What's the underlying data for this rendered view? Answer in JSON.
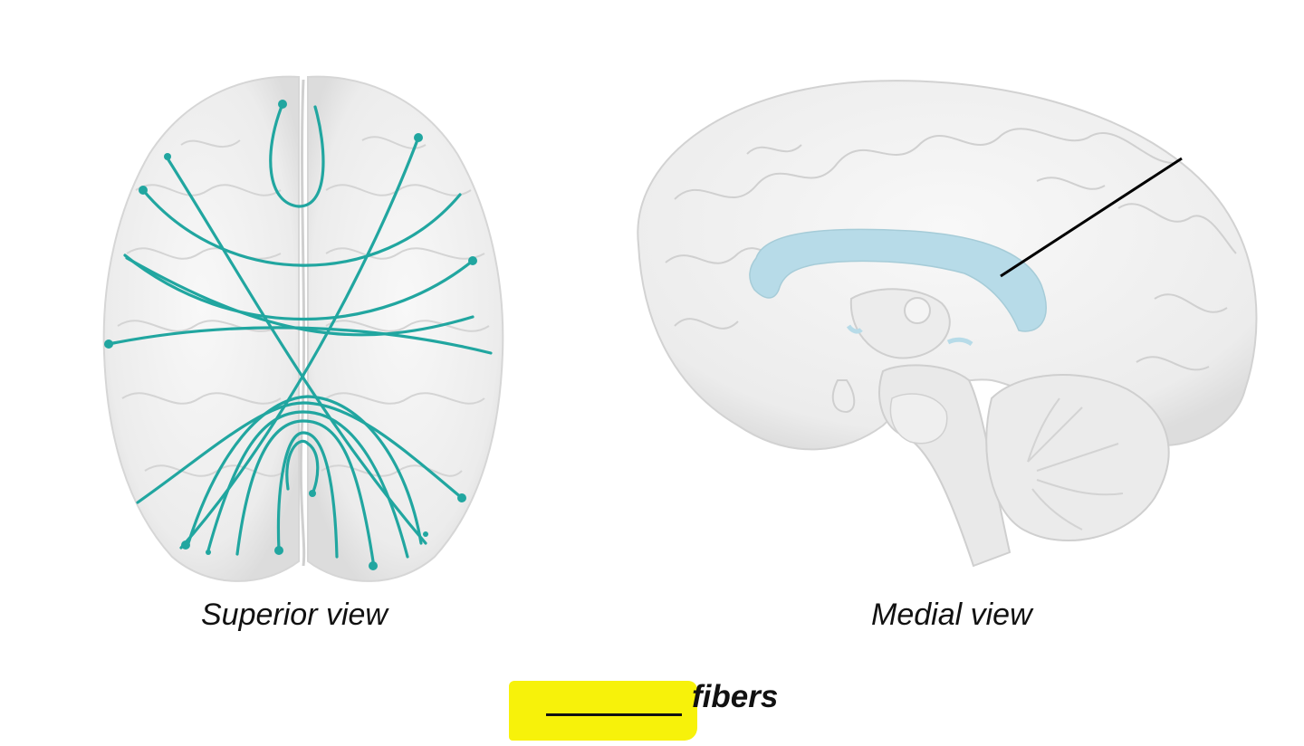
{
  "figure": {
    "left_caption": "Superior view",
    "right_caption": "Medial view",
    "question_suffix": "fibers"
  },
  "colors": {
    "fiber_tracts": "#21a6a0",
    "corpus_callosum": "#b7dbe8",
    "brain_surface": "#f1f1f1",
    "gyri_outline": "#cfcfcf",
    "highlight": "#f7f20a",
    "leader_line": "#000000"
  }
}
